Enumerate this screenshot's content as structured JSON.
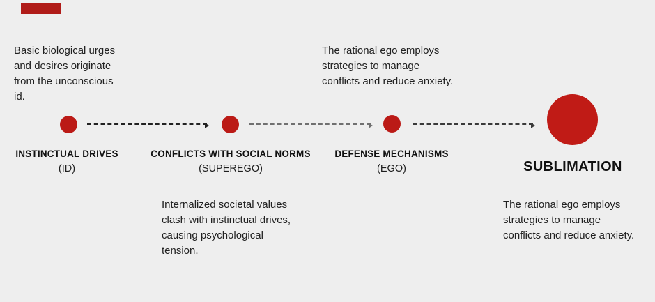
{
  "diagram": {
    "name": "psychological-process-timeline",
    "colors": {
      "background": "#eeeeee",
      "node_red": "#bb1a16",
      "accent_bar_red": "#b01b18",
      "text": "#1e1e1e"
    },
    "stages": [
      {
        "title": "INSTINCTUAL DRIVES",
        "subtitle": "(ID)",
        "note": "Basic biological urges\nand desires originate\nfrom the unconscious\nid.",
        "note_position": "top"
      },
      {
        "title": "CONFLICTS WITH SOCIAL NORMS",
        "subtitle": "(SUPEREGO)",
        "note": "Internalized societal values\nclash with instinctual drives,\ncausing psychological\ntension.",
        "note_position": "bottom"
      },
      {
        "title": "DEFENSE MECHANISMS",
        "subtitle": "(EGO)",
        "note": "The rational ego employs\nstrategies to manage\nconflicts and reduce anxiety.",
        "note_position": "top"
      },
      {
        "title": "SUBLIMATION",
        "note": "The rational ego employs\nstrategies to manage\nconflicts and reduce anxiety.",
        "note_position": "bottom"
      }
    ]
  }
}
